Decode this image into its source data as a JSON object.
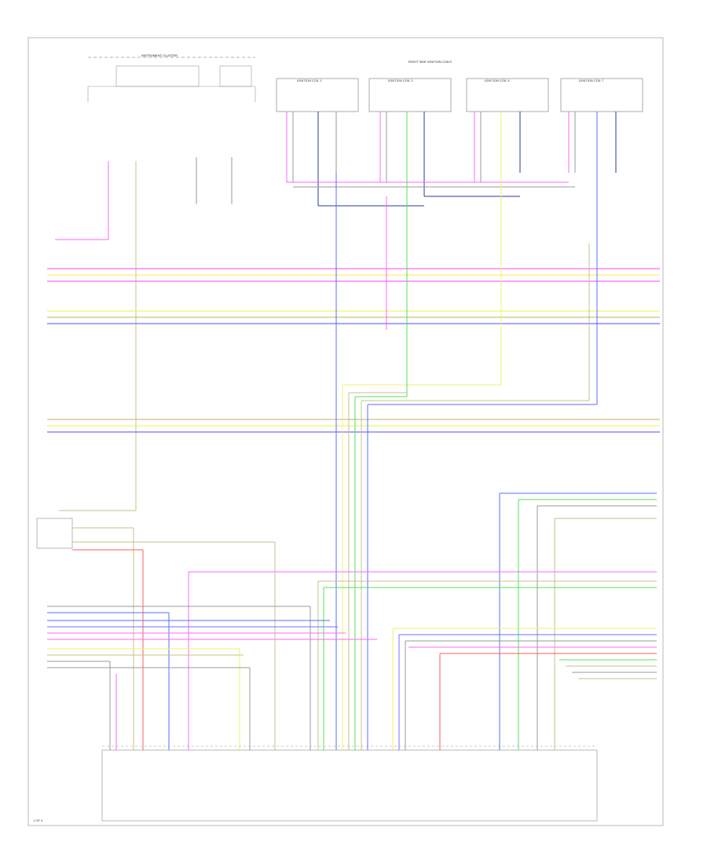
{
  "diagram": {
    "instrument_cluster_title": "INSTRUMENT CLUSTER",
    "ignition_coils_title": "RIGHT SIDE IGNITION COILS",
    "coil_labels": [
      "IGNITION COIL 1",
      "IGNITION COIL 3",
      "IGNITION COIL 5",
      "IGNITION COIL 7"
    ],
    "page_number": "1 OF 4",
    "colors": {
      "pink": "#ff66ff",
      "yellow": "#f2f26b",
      "tan": "#c8c08a",
      "violet": "#7070ff",
      "blue": "#5a6cff",
      "green": "#55e055",
      "red": "#ff5c5c",
      "gray": "#9a9a9a",
      "navy": "#2a3a9a",
      "frame": "#b8b8b8"
    }
  }
}
